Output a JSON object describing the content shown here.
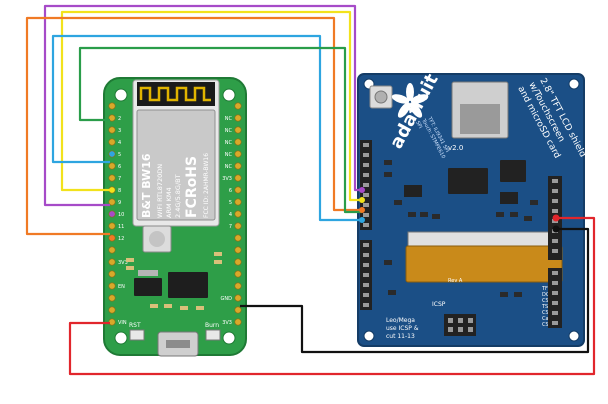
{
  "colors": {
    "board_green": "#2e9e48",
    "board_green_dark": "#1f7a35",
    "shield_blue": "#1b4f86",
    "shield_blue_dark": "#143c66",
    "wire_red": "#e1262c",
    "wire_black": "#111111",
    "wire_purple": "#a64bc8",
    "wire_yellow": "#f2e21c",
    "wire_orange": "#f07a25",
    "wire_blue": "#2ea5e0",
    "wire_green": "#2a9d4a",
    "header_black": "#222222",
    "flex_amber": "#c98a1a"
  },
  "module": {
    "name": "B&T BW16",
    "lines": [
      "WIFI RTL8720DN",
      "ARM KM4",
      "2.4G/5.8G/BT"
    ],
    "cert": "FCRoHS",
    "fcc": "FCC ID: 2AHMR-BW16"
  },
  "board": {
    "left_pins": [
      "",
      "2",
      "3",
      "4",
      "5",
      "6",
      "7",
      "8",
      "9",
      "10",
      "11",
      "12",
      "",
      "3V3",
      "",
      "EN",
      "",
      "",
      "VIN"
    ],
    "right_pins": [
      "",
      "NC",
      "NC",
      "NC",
      "NC",
      "NC",
      "3V3",
      "6",
      "5",
      "4",
      "7",
      "",
      "",
      "",
      "",
      "",
      "GND",
      "",
      "3V3"
    ],
    "buttons": [
      "RST",
      "Burn"
    ]
  },
  "shield": {
    "title_lines": [
      "2.8\" TFT LCD shield",
      "w/Touchscreen",
      "and microSD card"
    ],
    "brand": "adafruit",
    "version": "v2.0",
    "chip_text": [
      "TFT: ILI9341 SPI",
      "Touch: STMPE610",
      "SPI"
    ],
    "bottom_text": [
      "Leo/Mega",
      "use ICSP &",
      "cut 11-13"
    ],
    "icsp": "ICSP",
    "rev": "Rev A",
    "side_text": [
      "TFT",
      "DC",
      "CS",
      "TS",
      "CS",
      "Card",
      "CS"
    ]
  }
}
